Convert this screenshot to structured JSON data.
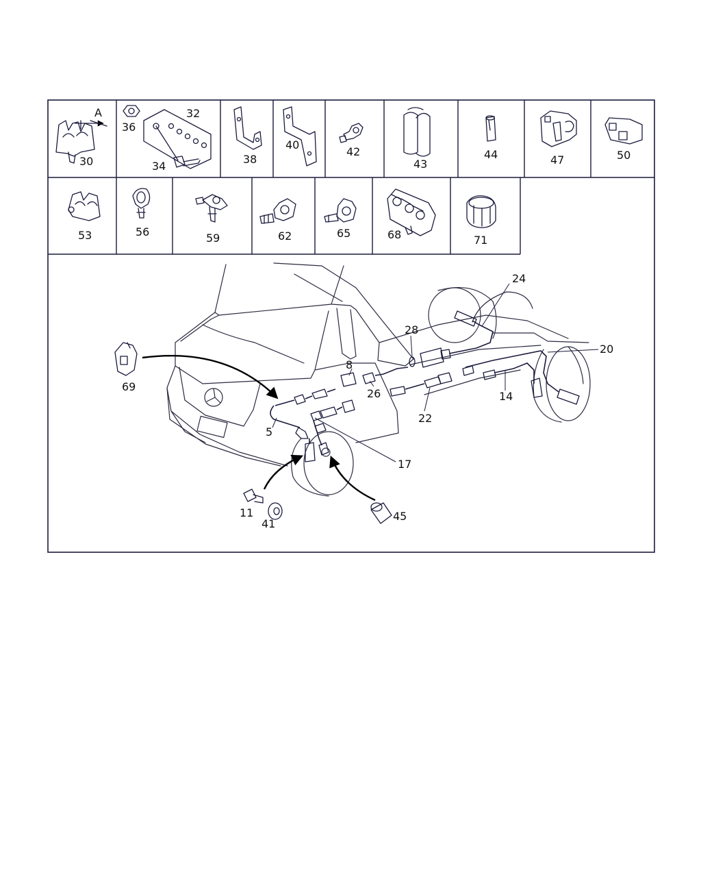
{
  "parts_grid": {
    "row1": [
      "30",
      "A",
      "36",
      "32",
      "34",
      "38",
      "40",
      "42",
      "43",
      "44",
      "47",
      "50"
    ],
    "row2": [
      "53",
      "56",
      "59",
      "62",
      "65",
      "68",
      "71"
    ]
  },
  "main_view": {
    "callouts": [
      "69",
      "8",
      "28",
      "24",
      "20",
      "26",
      "22",
      "14",
      "5",
      "17",
      "11",
      "41",
      "45"
    ]
  },
  "colors": {
    "line": "#1a1a3c",
    "background": "#ffffff"
  }
}
